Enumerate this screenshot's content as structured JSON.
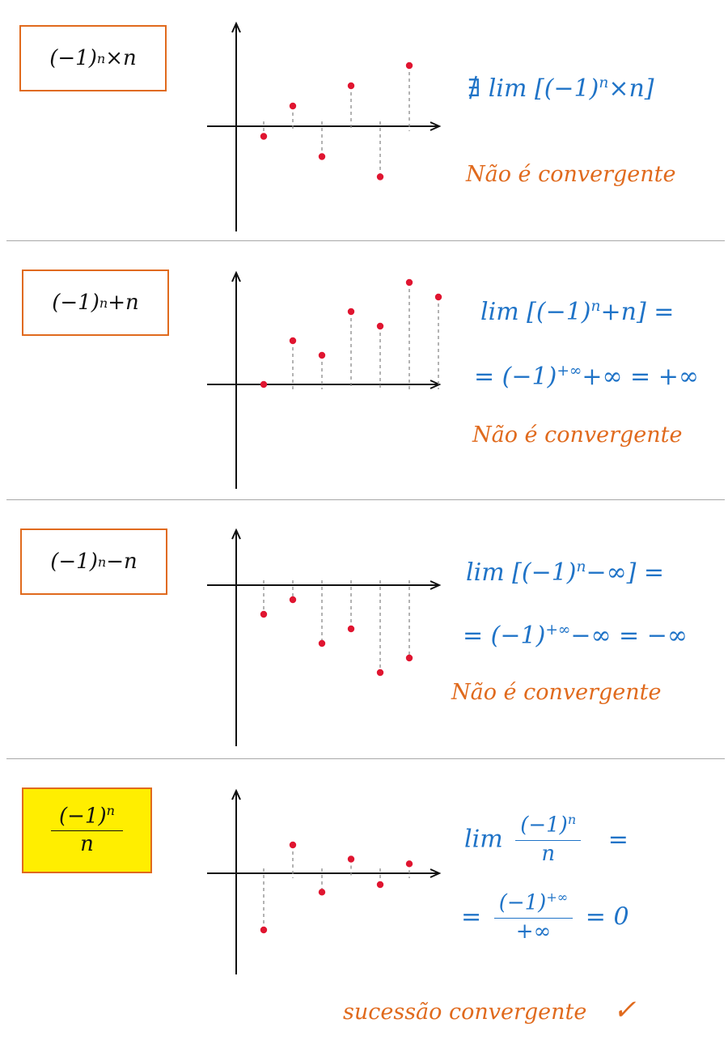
{
  "panels": [
    {
      "seq_base": "(−1)",
      "seq_exp": "n",
      "seq_rest": "×n",
      "lim_symbol": "∄ lim",
      "lim_expr": "[(−1)",
      "lim_exp": "n",
      "lim_rest": "×n]",
      "verdict": "Não é convergente",
      "points": [
        -1,
        2,
        -3,
        4,
        -5,
        6
      ]
    },
    {
      "seq_base": "(−1)",
      "seq_exp": "n",
      "seq_rest": "+n",
      "lim_line1_a": "lim [(−1)",
      "lim_line1_exp": "n",
      "lim_line1_b": "+n] =",
      "lim_line2_a": "= (−1)",
      "lim_line2_exp": "+∞",
      "lim_line2_b": "+∞ = +∞",
      "verdict": "Não é convergente",
      "points": [
        0,
        3,
        2,
        5,
        4,
        7,
        6
      ]
    },
    {
      "seq_base": "(−1)",
      "seq_exp": "n",
      "seq_rest": "−n",
      "lim_line1_a": "lim [(−1)",
      "lim_line1_exp": "n",
      "lim_line1_b": "−∞] =",
      "lim_line2_a": "= (−1)",
      "lim_line2_exp": "+∞",
      "lim_line2_b": "−∞ = −∞",
      "verdict": "Não é convergente",
      "points": [
        -2,
        -1,
        -4,
        -3,
        -6,
        -5
      ]
    },
    {
      "seq_num_base": "(−1)",
      "seq_num_exp": "n",
      "seq_den": "n",
      "lim_word": "lim",
      "lim_num_base": "(−1)",
      "lim_num_exp": "n",
      "lim_den": "n",
      "lim_eq": "=",
      "lim2_eq": "=",
      "lim2_num_base": "(−1)",
      "lim2_num_exp": "+∞",
      "lim2_den": "+∞",
      "lim2_result": "= 0",
      "verdict": "sucessão convergente",
      "verdict_mark": "✓",
      "points": [
        -1,
        0.5,
        -0.333,
        0.25,
        -0.2,
        0.167
      ]
    }
  ],
  "colors": {
    "box_border": "#e06a1d",
    "highlight": "#ffee00",
    "math_blue": "#1f73c7",
    "verdict_orange": "#e06a1d",
    "point_red": "#e01530",
    "axis": "#111111",
    "dash": "#8a8a8a"
  }
}
